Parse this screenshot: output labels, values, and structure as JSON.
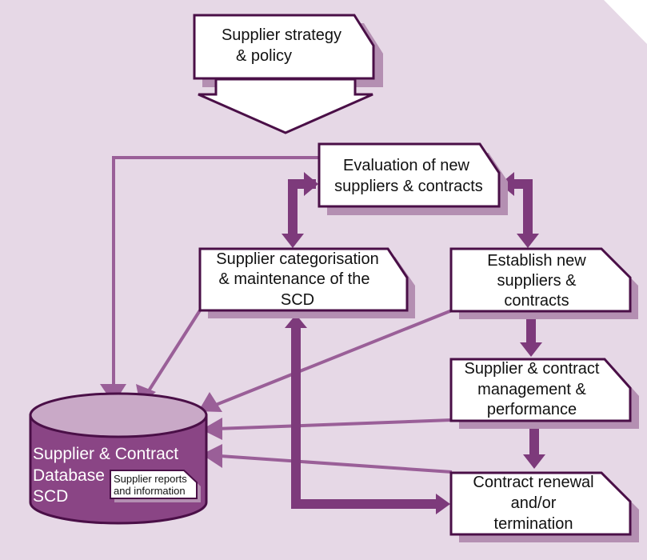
{
  "colors": {
    "background": "#e6d8e6",
    "box_border": "#4a0f47",
    "box_fill": "#ffffff",
    "box_shadow": "#b48fb2",
    "thick_arrow": "#7d3a7b",
    "thin_arrow": "#9a5f98",
    "db_body": "#8a4585",
    "db_top": "#c9a9c7"
  },
  "nodes": {
    "strategy": {
      "lines": [
        "Supplier strategy",
        "& policy"
      ]
    },
    "evaluation": {
      "lines": [
        "Evaluation of new",
        "suppliers & contracts"
      ]
    },
    "categorisation": {
      "lines": [
        "Supplier categorisation",
        "& maintenance of the",
        "SCD"
      ]
    },
    "establish": {
      "lines": [
        "Establish new",
        "suppliers &",
        "contracts"
      ]
    },
    "management": {
      "lines": [
        "Supplier & contract",
        "management &",
        "performance"
      ]
    },
    "renewal": {
      "lines": [
        "Contract renewal",
        "and/or",
        "termination"
      ]
    },
    "database": {
      "lines": [
        "Supplier & Contract",
        "Database",
        "SCD"
      ]
    },
    "reports": {
      "lines": [
        "Supplier reports",
        "and information"
      ]
    }
  },
  "edges": [
    {
      "from": "strategy",
      "to": "evaluation",
      "style": "block-arrow"
    },
    {
      "from": "evaluation",
      "to": "database",
      "style": "thin"
    },
    {
      "from": "evaluation",
      "to": "categorisation",
      "style": "thick-bidirectional"
    },
    {
      "from": "evaluation",
      "to": "establish",
      "style": "thick-bidirectional"
    },
    {
      "from": "categorisation",
      "to": "database",
      "style": "thin"
    },
    {
      "from": "establish",
      "to": "database",
      "style": "thin"
    },
    {
      "from": "establish",
      "to": "management",
      "style": "thick"
    },
    {
      "from": "management",
      "to": "database",
      "style": "thin"
    },
    {
      "from": "management",
      "to": "renewal",
      "style": "thick"
    },
    {
      "from": "renewal",
      "to": "database",
      "style": "thin"
    },
    {
      "from": "renewal",
      "to": "categorisation",
      "style": "thick-bidirectional"
    }
  ]
}
